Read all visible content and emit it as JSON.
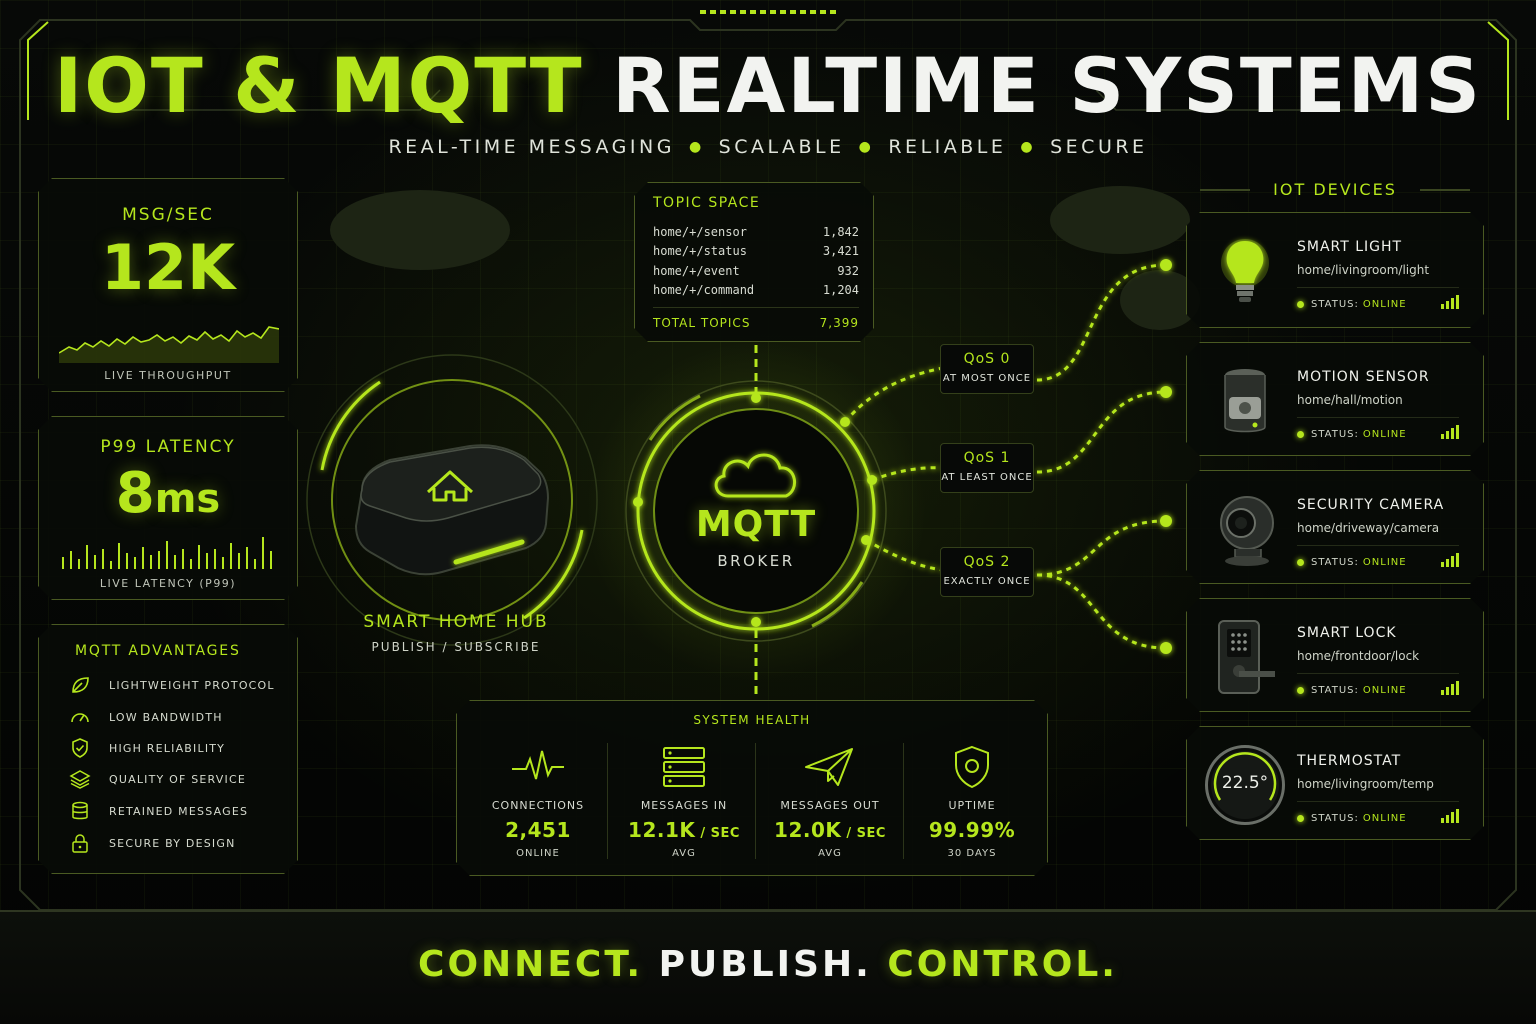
{
  "header": {
    "title_part1": "IOT & MQTT",
    "title_part2": "REALTIME SYSTEMS",
    "taglines": [
      "REAL-TIME MESSAGING",
      "SCALABLE",
      "RELIABLE",
      "SECURE"
    ]
  },
  "metrics": {
    "msg_per_sec": {
      "label": "MSG/SEC",
      "value": "12K",
      "caption": "LIVE THROUGHPUT"
    },
    "latency": {
      "label": "P99 LATENCY",
      "value_number": "8",
      "value_unit": "ms",
      "caption": "LIVE LATENCY (P99)"
    }
  },
  "advantages": {
    "title": "MQTT ADVANTAGES",
    "items": [
      {
        "label": "LIGHTWEIGHT PROTOCOL",
        "icon": "leaf-icon"
      },
      {
        "label": "LOW BANDWIDTH",
        "icon": "gauge-icon"
      },
      {
        "label": "HIGH RELIABILITY",
        "icon": "shield-check-icon"
      },
      {
        "label": "QUALITY OF SERVICE",
        "icon": "layers-icon"
      },
      {
        "label": "RETAINED MESSAGES",
        "icon": "database-icon"
      },
      {
        "label": "SECURE BY DESIGN",
        "icon": "lock-icon"
      }
    ]
  },
  "topic_space": {
    "title": "TOPIC SPACE",
    "rows": [
      {
        "topic": "home/+/sensor",
        "count": "1,842"
      },
      {
        "topic": "home/+/status",
        "count": "3,421"
      },
      {
        "topic": "home/+/event",
        "count": "932"
      },
      {
        "topic": "home/+/command",
        "count": "1,204"
      }
    ],
    "total_label": "TOTAL TOPICS",
    "total_value": "7,399"
  },
  "hub": {
    "label": "SMART HOME HUB",
    "sub": "PUBLISH / SUBSCRIBE"
  },
  "broker": {
    "title": "MQTT",
    "sub": "BROKER"
  },
  "qos": [
    {
      "level": "QoS 0",
      "desc": "AT MOST ONCE"
    },
    {
      "level": "QoS 1",
      "desc": "AT LEAST ONCE"
    },
    {
      "level": "QoS 2",
      "desc": "EXACTLY ONCE"
    }
  ],
  "devices": {
    "title": "IOT DEVICES",
    "status_prefix": "STATUS:",
    "items": [
      {
        "name": "SMART LIGHT",
        "topic": "home/livingroom/light",
        "status": "ONLINE",
        "icon": "light-bulb-icon"
      },
      {
        "name": "MOTION SENSOR",
        "topic": "home/hall/motion",
        "status": "ONLINE",
        "icon": "motion-sensor-icon"
      },
      {
        "name": "SECURITY CAMERA",
        "topic": "home/driveway/camera",
        "status": "ONLINE",
        "icon": "camera-icon"
      },
      {
        "name": "SMART LOCK",
        "topic": "home/frontdoor/lock",
        "status": "ONLINE",
        "icon": "smart-lock-icon"
      },
      {
        "name": "THERMOSTAT",
        "topic": "home/livingroom/temp",
        "status": "ONLINE",
        "icon": "thermostat-icon",
        "reading": "22.5°"
      }
    ]
  },
  "system_health": {
    "title": "SYSTEM HEALTH",
    "columns": [
      {
        "label": "CONNECTIONS",
        "value": "2,451",
        "unit": "",
        "sub": "ONLINE",
        "icon": "pulse-icon"
      },
      {
        "label": "MESSAGES IN",
        "value": "12.1K",
        "unit": " / SEC",
        "sub": "AVG",
        "icon": "server-icon"
      },
      {
        "label": "MESSAGES OUT",
        "value": "12.0K",
        "unit": " / SEC",
        "sub": "AVG",
        "icon": "paper-plane-icon"
      },
      {
        "label": "UPTIME",
        "value": "99.99%",
        "unit": "",
        "sub": "30 DAYS",
        "icon": "shield-icon"
      }
    ]
  },
  "footer": {
    "part1": "CONNECT.",
    "part2": "PUBLISH.",
    "part3": "CONTROL."
  },
  "colors": {
    "accent": "#b5e61d",
    "background": "#050605",
    "panel_border": "#4a5a22"
  }
}
